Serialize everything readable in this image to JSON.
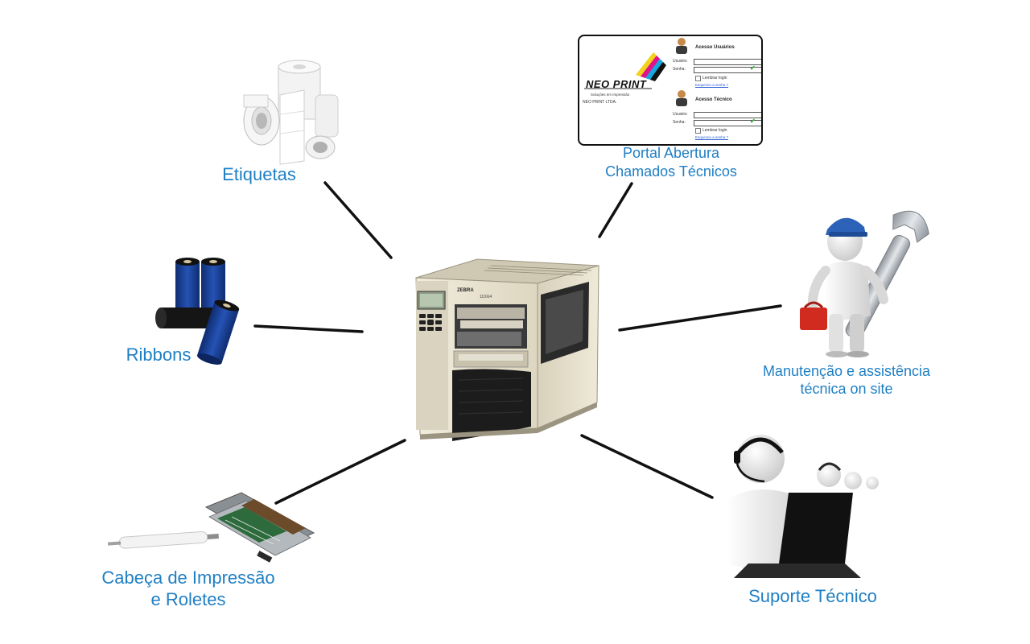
{
  "nodes": {
    "etiquetas": {
      "label_lines": [
        "Etiquetas"
      ]
    },
    "ribbons": {
      "label_lines": [
        "Ribbons"
      ]
    },
    "cabeca": {
      "label_lines": [
        "Cabeça de Impressão",
        "e Roletes"
      ]
    },
    "portal": {
      "label_lines": [
        "Portal Abertura",
        "Chamados Técnicos"
      ]
    },
    "manutencao": {
      "label_lines": [
        "Manutenção e assistência",
        "técnica on site"
      ]
    },
    "suporte": {
      "label_lines": [
        "Suporte Técnico"
      ]
    }
  },
  "portal_screenshot": {
    "logo_text": "NEO PRINT",
    "logo_subtitle": "Soluções em Impressão",
    "company": "NEO PRINT LTDA.",
    "user_section": {
      "title": "Acesso Usuários",
      "user_label": "Usuário:",
      "password_label": "Senha:",
      "remember_label": "Lembrar login",
      "forgot_label": "Esqueceu a senha ?"
    },
    "tech_section": {
      "title": "Acesso Técnico",
      "user_label": "Usuário:",
      "password_label": "Senha:",
      "remember_label": "Lembrar login",
      "forgot_label": "Esqueceu a senha ?"
    }
  },
  "colors": {
    "label": "#1f7fc4",
    "connector": "#111111",
    "printer_body": "#e8e2cf",
    "printer_dark": "#1c1c1c",
    "ribbon_blue": "#1b3f93",
    "helmet_blue": "#2c63b8",
    "toolbox_red": "#d12a1f"
  },
  "printer_brand": "ZEBRA",
  "printer_model": "110Xi4"
}
